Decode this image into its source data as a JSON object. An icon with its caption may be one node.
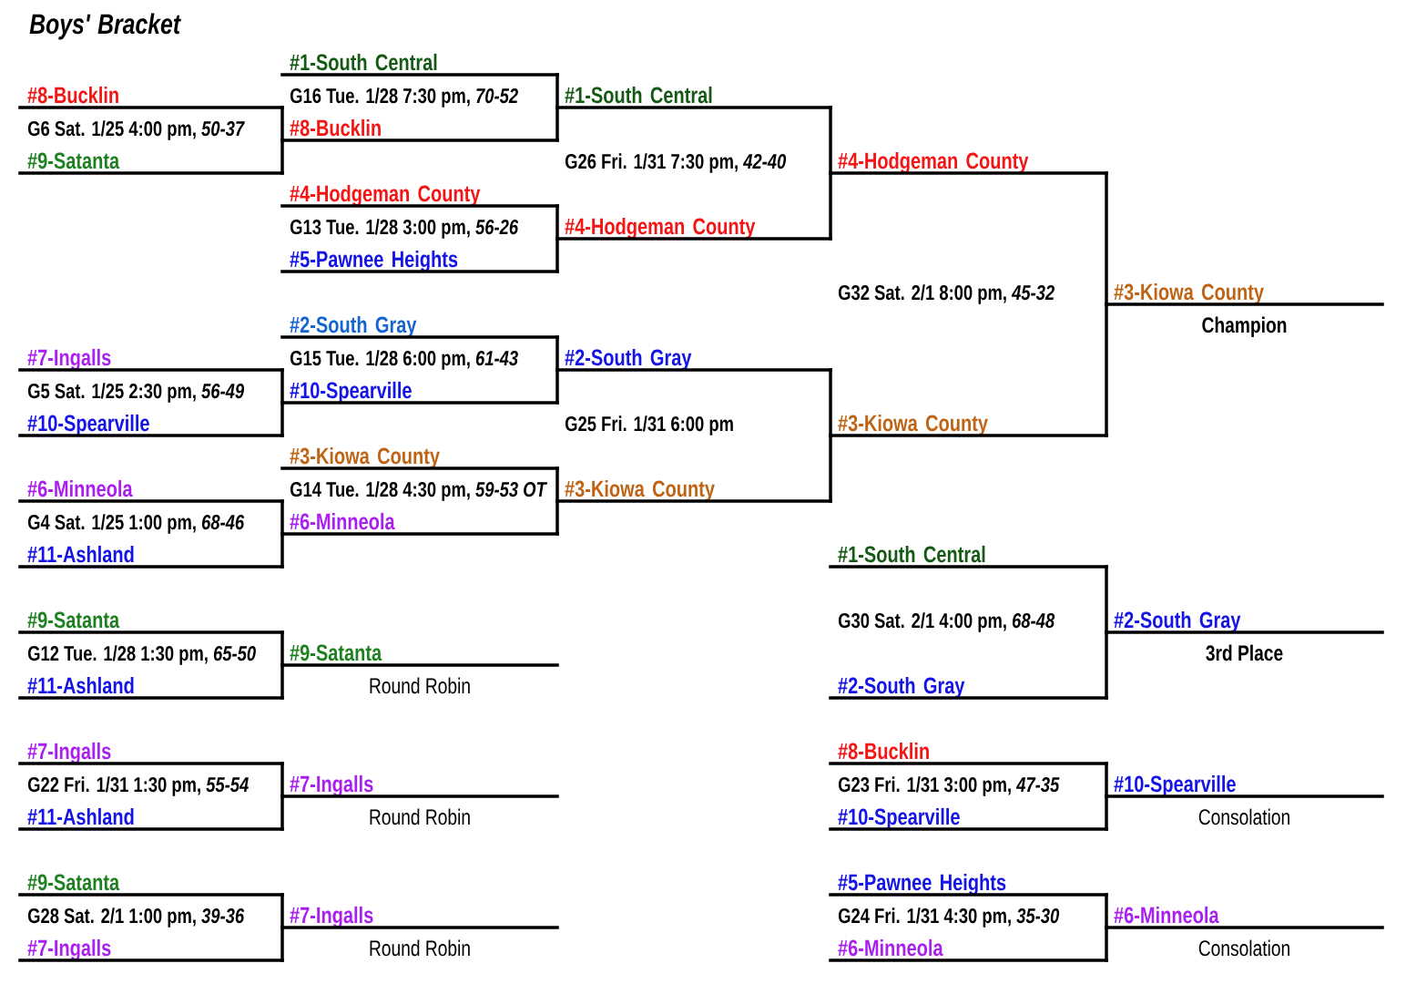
{
  "diagram": {
    "title": "Boys' Bracket",
    "nodes": [
      {
        "text": [
          "#1-South Central"
        ]
      },
      {
        "text": [
          "#8-Bucklin"
        ]
      },
      {
        "text": [
          "#1-South Central"
        ]
      },
      {
        "text": [
          "#8-Bucklin"
        ]
      },
      {
        "text": [
          "#9-Satanta"
        ]
      },
      {
        "text": [
          "#4-Hodgeman County"
        ]
      },
      {
        "text": [
          "#4-Hodgeman County"
        ]
      },
      {
        "text": [
          "#4-Hodgeman County"
        ]
      },
      {
        "text": [
          "#5-Pawnee Heights"
        ]
      },
      {
        "text": [
          "#3-Kiowa County"
        ],
        "beside": [
          "Champion"
        ]
      },
      {
        "text": [
          "#2-South Gray"
        ]
      },
      {
        "text": [
          "#7-Ingalls"
        ]
      },
      {
        "text": [
          "#2-South Gray"
        ]
      },
      {
        "text": [
          "#10-Spearville"
        ]
      },
      {
        "text": [
          "#10-Spearville"
        ]
      },
      {
        "text": [
          "#3-Kiowa County"
        ]
      },
      {
        "text": [
          "#3-Kiowa County"
        ]
      },
      {
        "text": [
          "#6-Minneola"
        ]
      },
      {
        "text": [
          "#3-Kiowa County"
        ]
      },
      {
        "text": [
          "#6-Minneola"
        ]
      },
      {
        "text": [
          "#11-Ashland"
        ]
      },
      {
        "text": [
          "#1-South Central"
        ]
      },
      {
        "text": [
          "#9-Satanta"
        ]
      },
      {
        "text": [
          "#2-South Gray"
        ],
        "beside": [
          "3rd Place"
        ]
      },
      {
        "text": [
          "#9-Satanta"
        ],
        "beside": [
          "Round Robin"
        ]
      },
      {
        "text": [
          "#11-Ashland"
        ]
      },
      {
        "text": [
          "#2-South Gray"
        ]
      },
      {
        "text": [
          "#7-Ingalls"
        ]
      },
      {
        "text": [
          "#8-Bucklin"
        ]
      },
      {
        "text": [
          "#7-Ingalls"
        ],
        "beside": [
          "Round Robin"
        ]
      },
      {
        "text": [
          "#10-Spearville"
        ],
        "beside": [
          "Consolation"
        ]
      },
      {
        "text": [
          "#11-Ashland"
        ]
      },
      {
        "text": [
          "#10-Spearville"
        ]
      },
      {
        "text": [
          "#9-Satanta"
        ]
      },
      {
        "text": [
          "#5-Pawnee Heights"
        ]
      },
      {
        "text": [
          "#7-Ingalls"
        ],
        "beside": [
          "Round Robin"
        ]
      },
      {
        "text": [
          "#6-Minneola"
        ],
        "beside": [
          "Consolation"
        ]
      },
      {
        "text": [
          "#7-Ingalls"
        ]
      },
      {
        "text": [
          "#6-Minneola"
        ]
      }
    ],
    "edges": [
      {
        "from": 1,
        "to": 3,
        "arrow": "none"
      },
      {
        "from": 4,
        "to": 3,
        "arrow": "none"
      },
      {
        "from": 0,
        "to": 2,
        "arrow": "none"
      },
      {
        "from": 3,
        "to": 2,
        "arrow": "none"
      },
      {
        "from": 6,
        "to": 7,
        "arrow": "none"
      },
      {
        "from": 8,
        "to": 7,
        "arrow": "none"
      },
      {
        "from": 2,
        "to": 5,
        "arrow": "none"
      },
      {
        "from": 7,
        "to": 5,
        "arrow": "none"
      },
      {
        "from": 10,
        "to": 12,
        "arrow": "none"
      },
      {
        "from": 13,
        "to": 12,
        "arrow": "none"
      },
      {
        "from": 11,
        "to": 13,
        "arrow": "none"
      },
      {
        "from": 14,
        "to": 13,
        "arrow": "none"
      },
      {
        "from": 16,
        "to": 18,
        "arrow": "none"
      },
      {
        "from": 19,
        "to": 18,
        "arrow": "none"
      },
      {
        "from": 17,
        "to": 19,
        "arrow": "none"
      },
      {
        "from": 20,
        "to": 19,
        "arrow": "none"
      },
      {
        "from": 12,
        "to": 15,
        "arrow": "none"
      },
      {
        "from": 18,
        "to": 15,
        "arrow": "none"
      },
      {
        "from": 5,
        "to": 9,
        "arrow": "none"
      },
      {
        "from": 15,
        "to": 9,
        "arrow": "none"
      },
      {
        "from": 21,
        "to": 23,
        "arrow": "none"
      },
      {
        "from": 26,
        "to": 23,
        "arrow": "none"
      },
      {
        "from": 22,
        "to": 24,
        "arrow": "none"
      },
      {
        "from": 25,
        "to": 24,
        "arrow": "none"
      },
      {
        "from": 27,
        "to": 29,
        "arrow": "none"
      },
      {
        "from": 31,
        "to": 29,
        "arrow": "none"
      },
      {
        "from": 33,
        "to": 35,
        "arrow": "none"
      },
      {
        "from": 37,
        "to": 35,
        "arrow": "none"
      },
      {
        "from": 28,
        "to": 30,
        "arrow": "none"
      },
      {
        "from": 32,
        "to": 30,
        "arrow": "none"
      },
      {
        "from": 34,
        "to": 36,
        "arrow": "none"
      },
      {
        "from": 38,
        "to": 36,
        "arrow": "none"
      }
    ],
    "labels": [
      "G16 Tue. 1/28 7:30 pm, *70-52*",
      "G6 Sat. 1/25 4:00 pm, *50-37*",
      "G26 Fri. 1/31 7:30 pm, *42-40*",
      "G13 Tue. 1/28 3:00 pm, *56-26*",
      "G32 Sat. 2/1 8:00 pm, *45-32*",
      "G15 Tue. 1/28 6:00 pm, *61-43*",
      "G5 Sat. 1/25 2:30 pm, *56-49*",
      "G25 Fri. 1/31 6:00 pm",
      "G14 Tue. 1/28 4:30 pm, *59-53 OT*",
      "G4 Sat. 1/25 1:00 pm, *68-46*",
      "G30 Sat. 2/1 4:00 pm, *68-48*",
      "G12 Tue. 1/28 1:30 pm, *65-50*",
      "G22 Fri. 1/31 1:30 pm, *55-54*",
      "G23 Fri. 1/31 3:00 pm, *47-35*",
      "G28 Sat. 2/1 1:00 pm, *39-36*",
      "G24 Fri. 1/31 4:30 pm, *35-30*"
    ]
  }
}
